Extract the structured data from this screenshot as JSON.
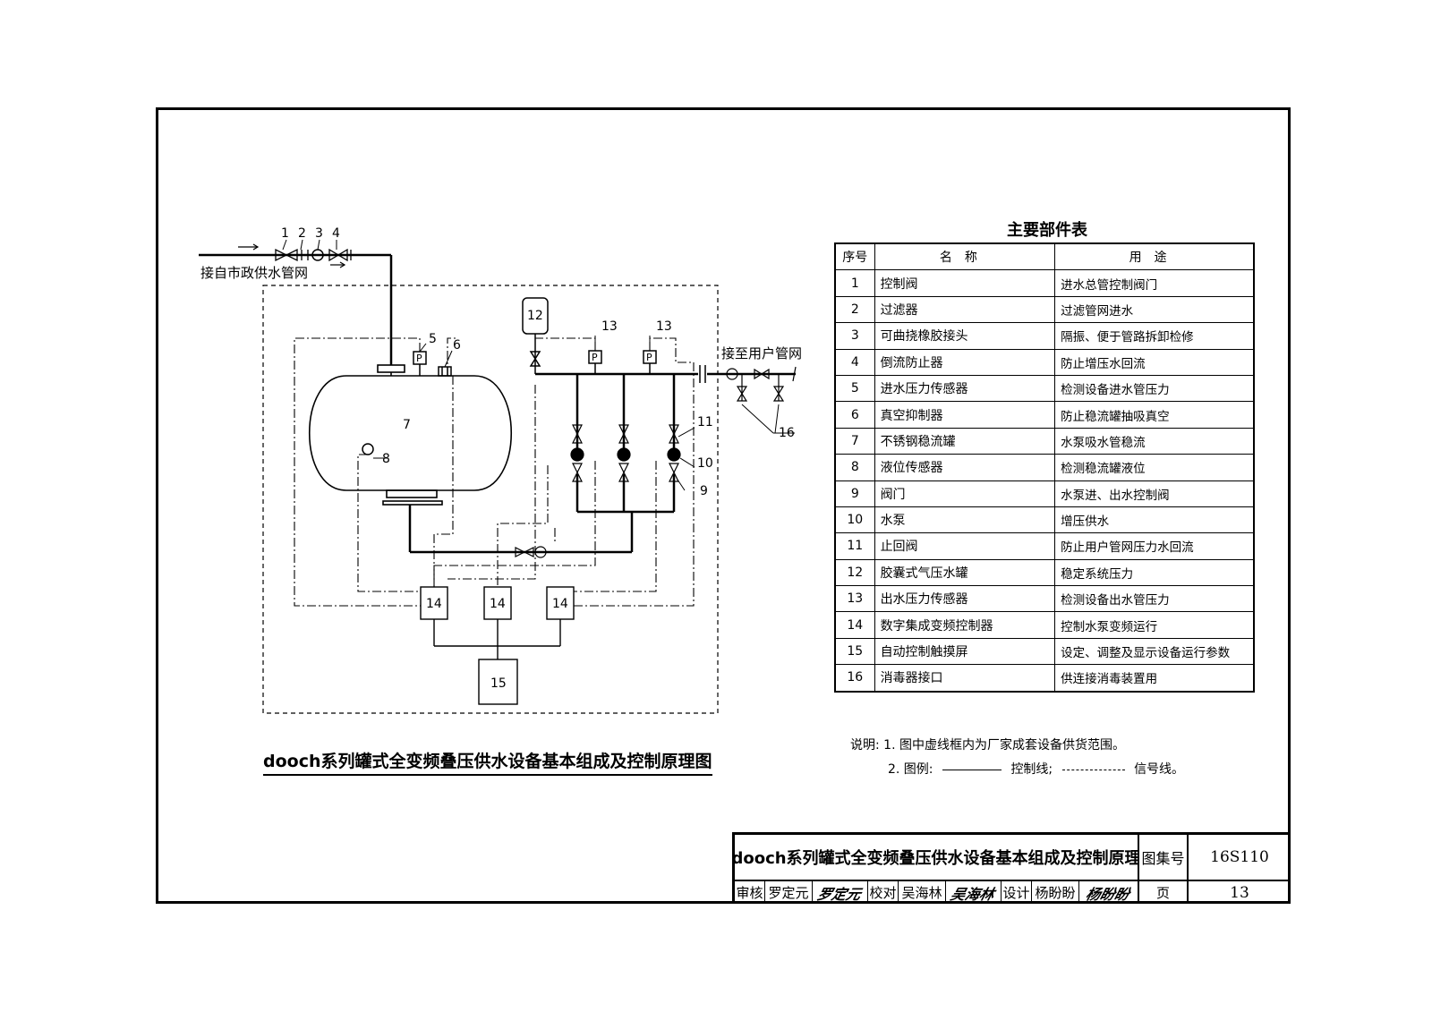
{
  "diagram": {
    "inlet_label": "接自市政供水管网",
    "outlet_label": "接至用户管网",
    "callouts": {
      "n1": "1",
      "n2": "2",
      "n3": "3",
      "n4": "4",
      "n5": "5",
      "n6": "6",
      "n7": "7",
      "n8": "8",
      "n9": "9",
      "n10": "10",
      "n11": "11",
      "n12": "12",
      "n13a": "13",
      "n13b": "13",
      "n14a": "14",
      "n14b": "14",
      "n14c": "14",
      "n15": "15",
      "n16": "16"
    },
    "sensor_symbol": "P",
    "caption": "dooch系列罐式全变频叠压供水设备基本组成及控制原理图"
  },
  "parts_table": {
    "title": "主要部件表",
    "headers": {
      "no": "序号",
      "name": "名称",
      "use": "用途"
    },
    "rows": [
      {
        "no": "1",
        "name": "控制阀",
        "use": "进水总管控制阀门"
      },
      {
        "no": "2",
        "name": "过滤器",
        "use": "过滤管网进水"
      },
      {
        "no": "3",
        "name": "可曲挠橡胶接头",
        "use": "隔振、便于管路拆卸检修"
      },
      {
        "no": "4",
        "name": "倒流防止器",
        "use": "防止增压水回流"
      },
      {
        "no": "5",
        "name": "进水压力传感器",
        "use": "检测设备进水管压力"
      },
      {
        "no": "6",
        "name": "真空抑制器",
        "use": "防止稳流罐抽吸真空"
      },
      {
        "no": "7",
        "name": "不锈钢稳流罐",
        "use": "水泵吸水管稳流"
      },
      {
        "no": "8",
        "name": "液位传感器",
        "use": "检测稳流罐液位"
      },
      {
        "no": "9",
        "name": "阀门",
        "use": "水泵进、出水控制阀"
      },
      {
        "no": "10",
        "name": "水泵",
        "use": "增压供水"
      },
      {
        "no": "11",
        "name": "止回阀",
        "use": "防止用户管网压力水回流"
      },
      {
        "no": "12",
        "name": "胶囊式气压水罐",
        "use": "稳定系统压力"
      },
      {
        "no": "13",
        "name": "出水压力传感器",
        "use": "检测设备出水管压力"
      },
      {
        "no": "14",
        "name": "数字集成变频控制器",
        "use": "控制水泵变频运行"
      },
      {
        "no": "15",
        "name": "自动控制触摸屏",
        "use": "设定、调整及显示设备运行参数"
      },
      {
        "no": "16",
        "name": "消毒器接口",
        "use": "供连接消毒装置用"
      }
    ]
  },
  "notes": {
    "label": "说明:",
    "item1": "1. 图中虚线框内为厂家成套设备供货范围。",
    "item2_prefix": "2. 图例:",
    "item2_control": "控制线;",
    "item2_signal": "信号线。"
  },
  "title_block": {
    "title": "dooch系列罐式全变频叠压供水设备基本组成及控制原理",
    "atlas_label": "图集号",
    "atlas_no": "16S110",
    "review_label": "审核",
    "review_name": "罗定元",
    "review_sig": "罗定元",
    "check_label": "校对",
    "check_name": "吴海林",
    "check_sig": "吴海林",
    "design_label": "设计",
    "design_name": "杨盼盼",
    "design_sig": "杨盼盼",
    "page_label": "页",
    "page_no": "13"
  }
}
